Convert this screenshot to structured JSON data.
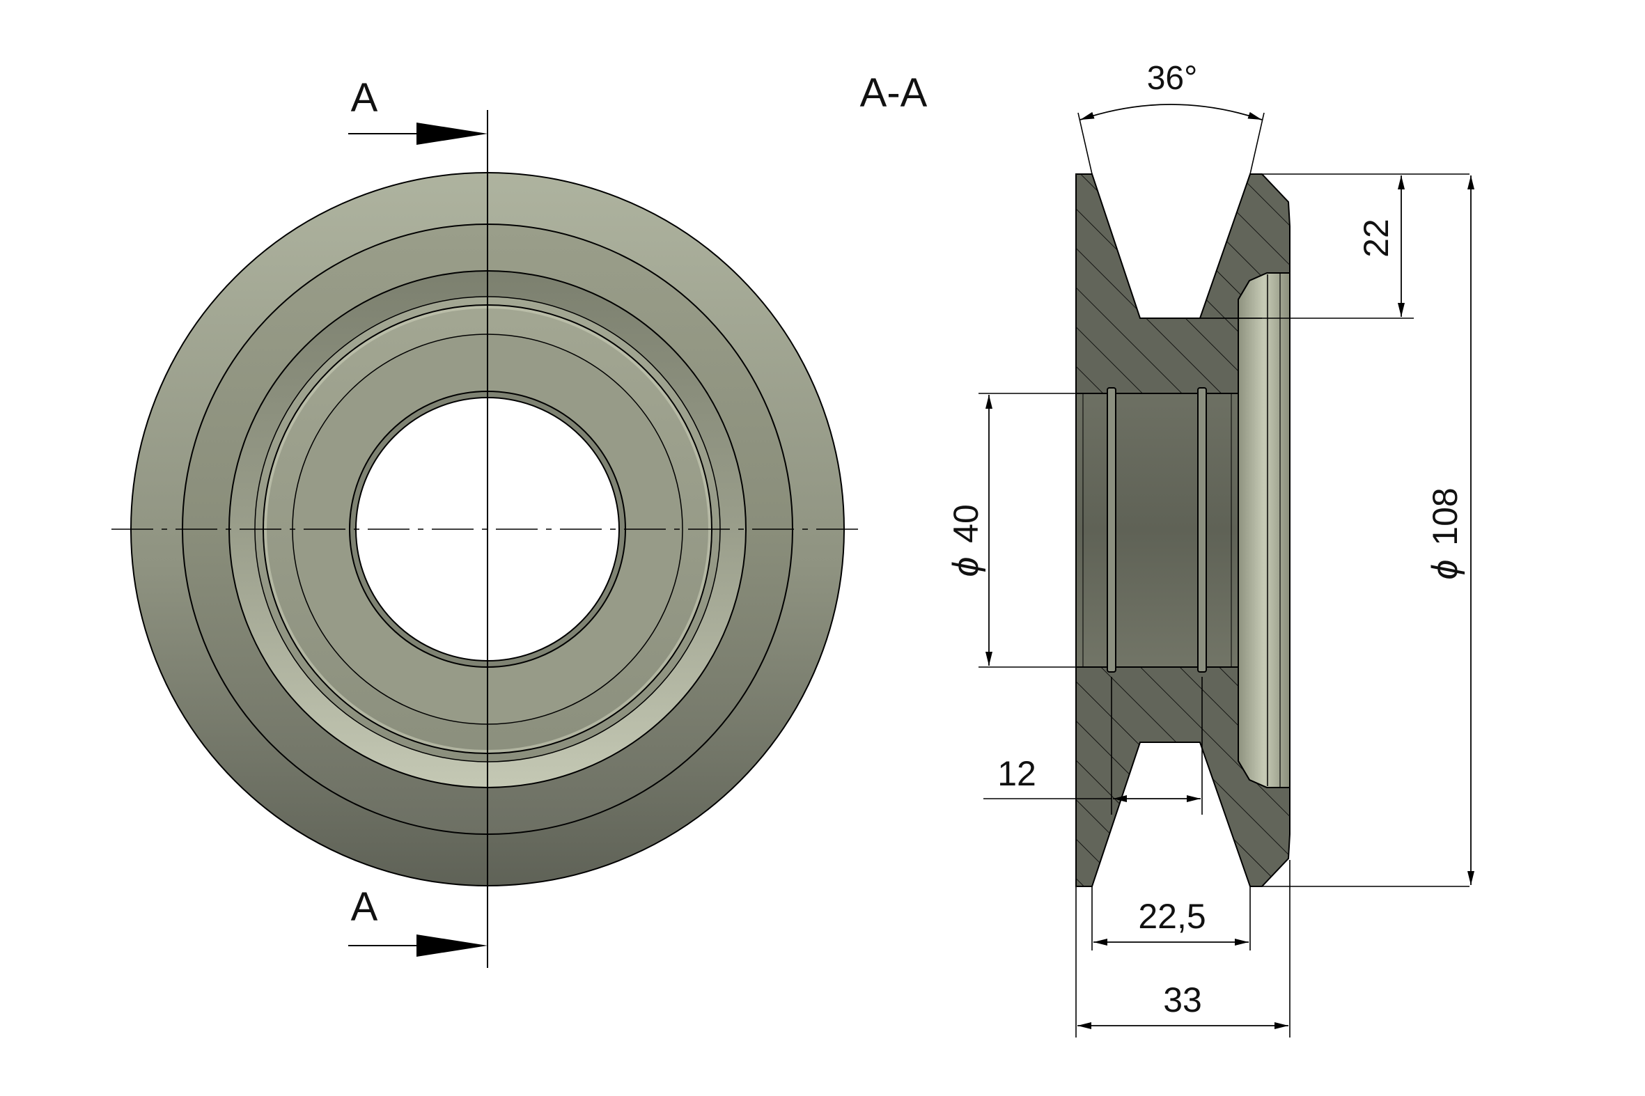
{
  "labels": {
    "section_top": "A",
    "section_bottom": "A",
    "section_view": "A-A"
  },
  "dimensions": {
    "angle": "36°",
    "groove_depth": "22",
    "bore_diameter": "40",
    "outer_diameter": "108",
    "groove_bottom_width": "12",
    "groove_top_width": "22,5",
    "overall_width": "33",
    "diameter_symbol": "ϕ"
  },
  "colors": {
    "body_light": "#a9ae9a",
    "body_mid": "#8e927f",
    "body_dark": "#6b6e60",
    "section_fill": "#62655a",
    "bore_fill": "#747767",
    "line": "#000000"
  }
}
